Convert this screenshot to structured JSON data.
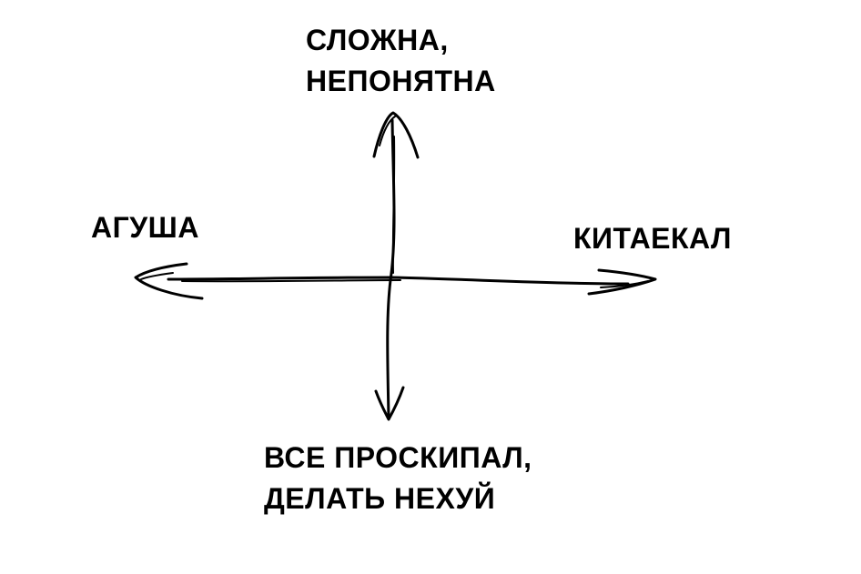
{
  "diagram": {
    "top_label": [
      "СЛОЖНА,",
      "НЕПОНЯТНА"
    ],
    "left_label": "АГУША",
    "right_label": "КИТАЕКАЛ",
    "bottom_label": [
      "ВСЕ ПРОСКИПАЛ,",
      "ДЕЛАТЬ НЕХУЙ"
    ],
    "stroke_color": "#000000",
    "background_color": "#ffffff"
  }
}
